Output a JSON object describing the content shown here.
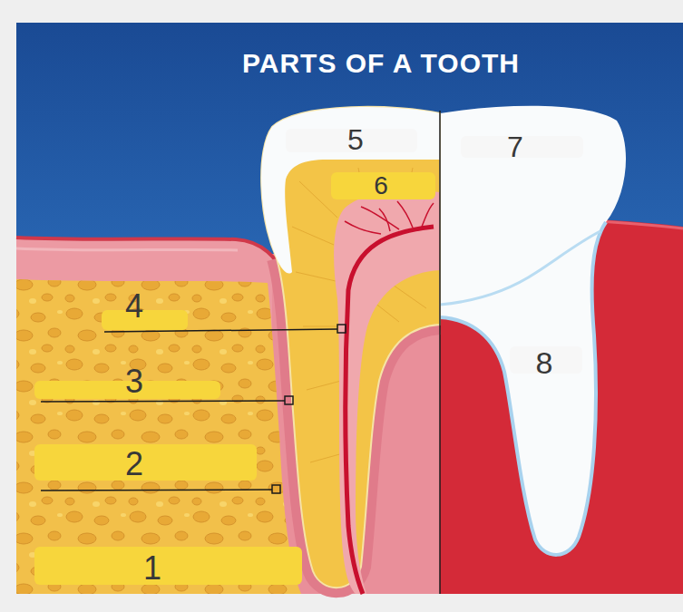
{
  "diagram": {
    "title": "PARTS OF A TOOTH",
    "labels": [
      "5",
      "7",
      "6",
      "4",
      "8",
      "3",
      "2",
      "1"
    ]
  }
}
